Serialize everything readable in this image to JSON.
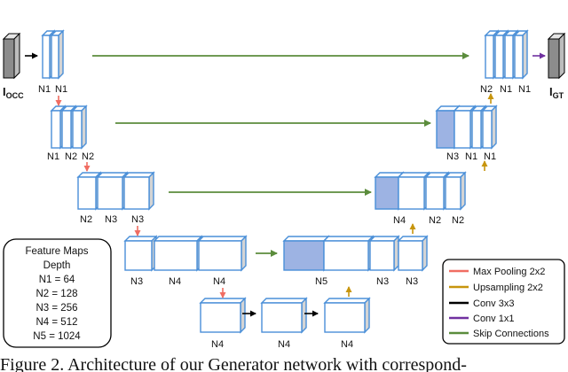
{
  "colors": {
    "box_stroke": "#4a8fd8",
    "box_side": "#d4d4d4",
    "box_face_white": "#ffffff",
    "box_face_filled": "#9db3e3",
    "max_pooling": "#f06d62",
    "upsampling": "#c7950d",
    "conv_3x3": "#000000",
    "conv_1x1": "#7030a0",
    "skip": "#5b8c3c",
    "io_face": "#8c8c8c"
  },
  "io": {
    "input": {
      "main": "I",
      "sub": "OCC"
    },
    "output": {
      "main": "I",
      "sub": "GT"
    }
  },
  "encoder": {
    "level1": [
      "N1",
      "N1"
    ],
    "level2": [
      "N1",
      "N2",
      "N2"
    ],
    "level3": [
      "N2",
      "N3",
      "N3"
    ],
    "level4": [
      "N3",
      "N4",
      "N4"
    ]
  },
  "bottleneck": [
    "N4",
    "N4",
    "N4"
  ],
  "decoder": {
    "level4": [
      "N5",
      "N3",
      "N3"
    ],
    "level3": [
      "N4",
      "N2",
      "N2"
    ],
    "level2": [
      "N3",
      "N1",
      "N1"
    ],
    "level1": [
      "N2",
      "N1",
      "N1"
    ]
  },
  "feature_maps": {
    "title_line1": "Feature Maps",
    "title_line2": "Depth",
    "rows": [
      "N1 = 64",
      "N2 = 128",
      "N3 = 256",
      "N4 = 512",
      "N5 = 1024"
    ]
  },
  "legend": {
    "items": [
      {
        "label": "Max Pooling 2x2",
        "color_key": "max_pooling"
      },
      {
        "label": "Upsampling 2x2",
        "color_key": "upsampling"
      },
      {
        "label": "Conv 3x3",
        "color_key": "conv_3x3"
      },
      {
        "label": "Conv 1x1",
        "color_key": "conv_1x1"
      },
      {
        "label": "Skip Connections",
        "color_key": "skip"
      }
    ]
  },
  "caption": "Figure 2. Architecture of our Generator network with correspond-"
}
